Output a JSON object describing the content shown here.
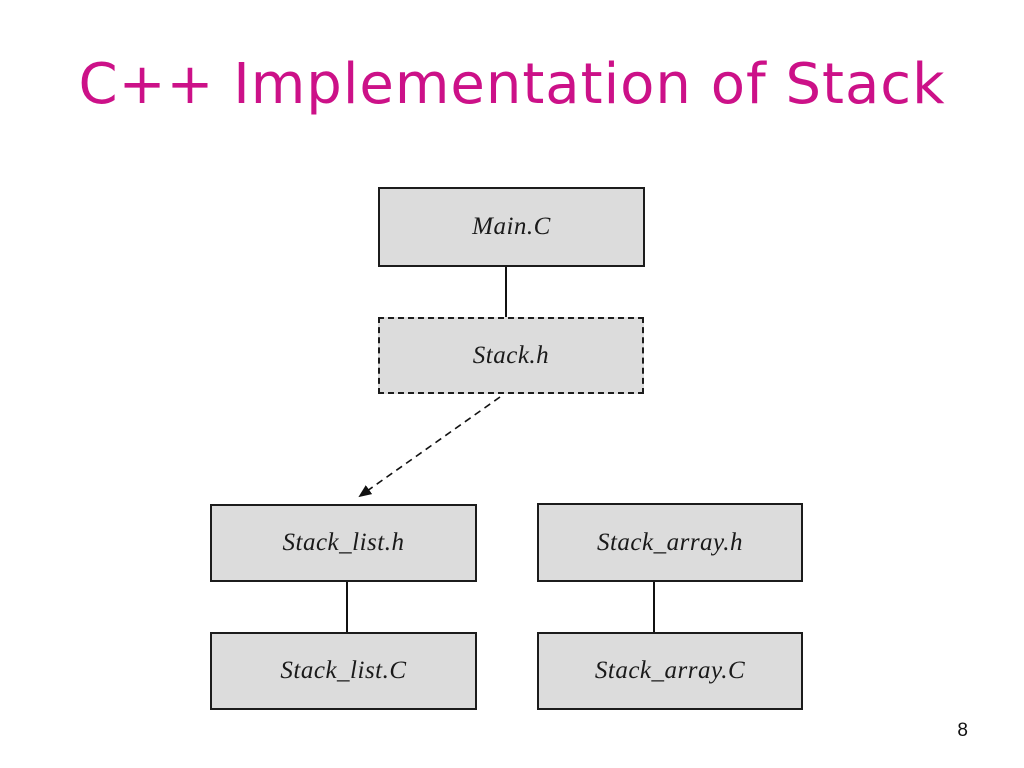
{
  "slide": {
    "title": "C++ Implementation of Stack",
    "page_number": "8"
  },
  "colors": {
    "title-color": "#cc1188",
    "box-fill": "#dcdcdc",
    "box-border": "#1c1c1c",
    "line-color": "#111111",
    "text-color": "#1a1a1a"
  },
  "diagram": {
    "type": "file-dependency-diagram",
    "nodes": {
      "main_c": "Main.C",
      "stack_h": "Stack.h",
      "stack_list_h": "Stack_list.h",
      "stack_list_c": "Stack_list.C",
      "stack_array_h": "Stack_array.h",
      "stack_array_c": "Stack_array.C"
    },
    "edges": [
      {
        "from": "main_c",
        "to": "stack_h",
        "style": "solid"
      },
      {
        "from": "stack_h",
        "to": "stack_list_h",
        "style": "dashed-arrow"
      },
      {
        "from": "stack_list_h",
        "to": "stack_list_c",
        "style": "solid"
      },
      {
        "from": "stack_array_h",
        "to": "stack_array_c",
        "style": "solid"
      }
    ]
  }
}
